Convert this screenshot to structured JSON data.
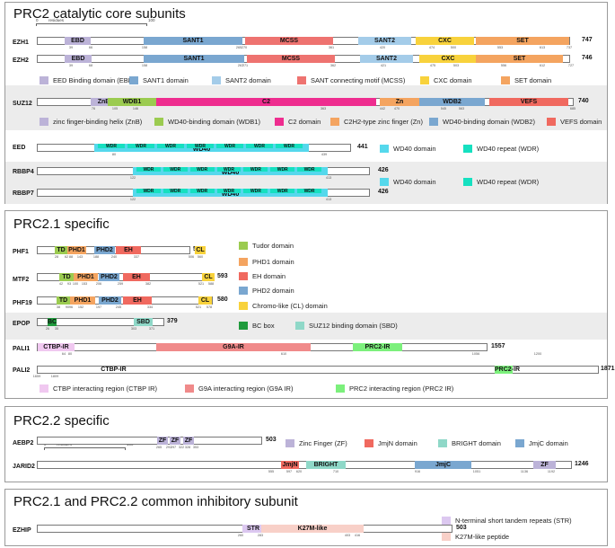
{
  "scale_labels": [
    "0",
    "residues",
    "100"
  ],
  "panels": [
    {
      "id": "core",
      "title": "PRC2 catalytic core subunits",
      "groups": [
        {
          "proteins": [
            {
              "name": "EZH1",
              "length": "747",
              "domains": [
                {
                  "label": "EBD",
                  "color": "#bcb3d8"
                },
                {
                  "label": "SANT1",
                  "color": "#7aa7d0"
                },
                {
                  "label": "MCSS",
                  "color": "#ee7370"
                },
                {
                  "label": "SANT2",
                  "color": "#a4cce9"
                },
                {
                  "label": "CXC",
                  "color": "#f8d23c"
                },
                {
                  "label": "SET",
                  "color": "#f4a460"
                }
              ],
              "positions": [
                "39",
                "66",
                "158",
                "265",
                "270",
                "361",
                "420",
                "474",
                "500",
                "553",
                "613",
                "737"
              ]
            },
            {
              "name": "EZH2",
              "length": "746",
              "domains": [
                {
                  "label": "EBD",
                  "color": "#bcb3d8"
                },
                {
                  "label": "SANT1",
                  "color": "#7aa7d0"
                },
                {
                  "label": "MCSS",
                  "color": "#ee7370"
                },
                {
                  "label": "SANT2",
                  "color": "#a4cce9"
                },
                {
                  "label": "CXC",
                  "color": "#f8d23c"
                },
                {
                  "label": "SET",
                  "color": "#f4a460"
                }
              ],
              "positions": [
                "39",
                "68",
                "158",
                "267",
                "271",
                "362",
                "421",
                "475",
                "503",
                "556",
                "612",
                "727"
              ]
            }
          ],
          "legend": [
            {
              "label": "EED Binding domain (EBD)",
              "color": "#bcb3d8"
            },
            {
              "label": "SANT1 domain",
              "color": "#7aa7d0"
            },
            {
              "label": "SANT2 domain",
              "color": "#a4cce9"
            },
            {
              "label": "SANT connecting motif (MCSS)",
              "color": "#ee7370"
            },
            {
              "label": "CXC domain",
              "color": "#f8d23c"
            },
            {
              "label": "SET domain",
              "color": "#f4a460"
            }
          ]
        },
        {
          "proteins": [
            {
              "name": "SUZ12",
              "length": "740",
              "domains": [
                {
                  "label": "ZnB",
                  "color": "#bcb3d8"
                },
                {
                  "label": "WDB1",
                  "color": "#9bcb50"
                },
                {
                  "label": "C2",
                  "color": "#ee2d8f"
                },
                {
                  "label": "Zn",
                  "color": "#f4a460"
                },
                {
                  "label": "WDB2",
                  "color": "#7aa7d0"
                },
                {
                  "label": "VEFS",
                  "color": "#f0695f"
                }
              ],
              "positions": [
                "76",
                "105",
                "146",
                "363",
                "442",
                "470",
                "545",
                "563",
                "685"
              ]
            }
          ],
          "legend": [
            {
              "label": "zinc finger-binding helix (ZnB)",
              "color": "#bcb3d8"
            },
            {
              "label": "WD40-binding domain (WDB1)",
              "color": "#9bcb50"
            },
            {
              "label": "C2 domain",
              "color": "#ee2d8f"
            },
            {
              "label": "C2H2-type zinc finger (Zn)",
              "color": "#f4a460"
            },
            {
              "label": "WD40-binding domain (WDB2)",
              "color": "#7aa7d0"
            },
            {
              "label": "VEFS domain",
              "color": "#f0695f"
            }
          ]
        },
        {
          "proteins": [
            {
              "name": "EED",
              "length": "441",
              "domains": [
                {
                  "label": "WD40",
                  "color": "#55d8ec"
                },
                {
                  "label": "WDR",
                  "color": "#16e0c0"
                },
                {
                  "label": "WDR",
                  "color": "#16e0c0"
                },
                {
                  "label": "WDR",
                  "color": "#16e0c0"
                },
                {
                  "label": "WDR",
                  "color": "#16e0c0"
                },
                {
                  "label": "WDR",
                  "color": "#16e0c0"
                },
                {
                  "label": "WDR",
                  "color": "#16e0c0"
                },
                {
                  "label": "WDR",
                  "color": "#16e0c0"
                }
              ],
              "positions": [
                "80",
                "439"
              ]
            }
          ],
          "legend": [
            {
              "label": "WD40 domain",
              "color": "#55d8ec"
            },
            {
              "label": "WD40 repeat (WDR)",
              "color": "#16e0c0"
            }
          ]
        },
        {
          "proteins": [
            {
              "name": "RBBP4",
              "length": "426",
              "domains": [
                {
                  "label": "WD40",
                  "color": "#55d8ec"
                },
                {
                  "label": "WDR",
                  "color": "#16e0c0"
                },
                {
                  "label": "WDR",
                  "color": "#16e0c0"
                },
                {
                  "label": "WDR",
                  "color": "#16e0c0"
                },
                {
                  "label": "WDR",
                  "color": "#16e0c0"
                },
                {
                  "label": "WDR",
                  "color": "#16e0c0"
                },
                {
                  "label": "WDR",
                  "color": "#16e0c0"
                },
                {
                  "label": "WDR",
                  "color": "#16e0c0"
                }
              ],
              "positions": [
                "122",
                "413"
              ]
            },
            {
              "name": "RBBP7",
              "length": "426",
              "domains": [
                {
                  "label": "WD40",
                  "color": "#55d8ec"
                },
                {
                  "label": "WDR",
                  "color": "#16e0c0"
                },
                {
                  "label": "WDR",
                  "color": "#16e0c0"
                },
                {
                  "label": "WDR",
                  "color": "#16e0c0"
                },
                {
                  "label": "WDR",
                  "color": "#16e0c0"
                },
                {
                  "label": "WDR",
                  "color": "#16e0c0"
                },
                {
                  "label": "WDR",
                  "color": "#16e0c0"
                },
                {
                  "label": "WDR",
                  "color": "#16e0c0"
                }
              ],
              "positions": [
                "122",
                "413"
              ]
            }
          ],
          "legend": [
            {
              "label": "WD40 domain",
              "color": "#55d8ec"
            },
            {
              "label": "WD40 repeat (WDR)",
              "color": "#16e0c0"
            }
          ]
        }
      ]
    },
    {
      "id": "prc21",
      "title": "PRC2.1  specific",
      "groups": [
        {
          "proteins": [
            {
              "name": "PHF1",
              "length": "567",
              "domains": [
                {
                  "label": "TD",
                  "color": "#9bcb50"
                },
                {
                  "label": "PHD1",
                  "color": "#f4a460"
                },
                {
                  "label": "PHD2",
                  "color": "#7aa7d0"
                },
                {
                  "label": "EH",
                  "color": "#f0695f"
                },
                {
                  "label": "CL",
                  "color": "#f8d23c"
                }
              ],
              "positions": [
                "28",
                "62",
                "88",
                "143",
                "188",
                "240",
                "337",
                "506",
                "560"
              ]
            },
            {
              "name": "MTF2",
              "length": "593",
              "domains": [
                {
                  "label": "TD",
                  "color": "#9bcb50"
                },
                {
                  "label": "PHD1",
                  "color": "#f4a460"
                },
                {
                  "label": "PHD2",
                  "color": "#7aa7d0"
                },
                {
                  "label": "EH",
                  "color": "#f0695f"
                },
                {
                  "label": "CL",
                  "color": "#f8d23c"
                }
              ],
              "positions": [
                "42",
                "93",
                "100",
                "153",
                "206",
                "259",
                "382",
                "521",
                "588"
              ]
            },
            {
              "name": "PHF19",
              "length": "580",
              "domains": [
                {
                  "label": "TD",
                  "color": "#9bcb50"
                },
                {
                  "label": "PHD1",
                  "color": "#f4a460"
                },
                {
                  "label": "PHD2",
                  "color": "#7aa7d0"
                },
                {
                  "label": "EH",
                  "color": "#f0695f"
                },
                {
                  "label": "CL",
                  "color": "#f8d23c"
                }
              ],
              "positions": [
                "38",
                "90",
                "96",
                "152",
                "197",
                "245",
                "334",
                "521",
                "578"
              ]
            }
          ],
          "legend": [
            {
              "label": "Tudor domain",
              "color": "#9bcb50"
            },
            {
              "label": "PHD1 domain",
              "color": "#f4a460"
            },
            {
              "label": "EH domain",
              "color": "#f0695f"
            },
            {
              "label": "PHD2 domain",
              "color": "#7aa7d0"
            },
            {
              "label": "Chromo-like (CL) domain",
              "color": "#f8d23c"
            }
          ]
        },
        {
          "proteins": [
            {
              "name": "EPOP",
              "length": "379",
              "domains": [
                {
                  "label": "BC",
                  "color": "#1f9a3c"
                },
                {
                  "label": "SBD",
                  "color": "#8fd8c8"
                }
              ],
              "positions": [
                "26",
                "35",
                "303",
                "371"
              ]
            }
          ],
          "legend": [
            {
              "label": "BC box",
              "color": "#1f9a3c"
            },
            {
              "label": "SUZ12 binding domain (SBD)",
              "color": "#8fd8c8"
            }
          ]
        },
        {
          "proteins": [
            {
              "name": "PALI1",
              "length": "1557",
              "domains": [
                {
                  "label": "CTBP-IR",
                  "color": "#f0c8f0"
                },
                {
                  "label": "G9A-IR",
                  "color": "#f08a8a"
                },
                {
                  "label": "PRC2-IR",
                  "color": "#7cf07c"
                }
              ],
              "positions": [
                "64",
                "80",
                "610",
                "1056",
                "1200"
              ]
            },
            {
              "name": "PALI2",
              "length": "1871",
              "domains": [
                {
                  "label": "CTBP-IR",
                  "color": "#f0c8f0"
                },
                {
                  "label": "PRC2-IR",
                  "color": "#7cf07c"
                }
              ],
              "positions": [
                "1659",
                "1809"
              ]
            }
          ],
          "legend": [
            {
              "label": "CTBP interacting region (CTBP IR)",
              "color": "#f0c8f0"
            },
            {
              "label": "G9A interacting region (G9A IR)",
              "color": "#f08a8a"
            },
            {
              "label": "PRC2 interacting region (PRC2 IR)",
              "color": "#7cf07c"
            }
          ]
        }
      ]
    },
    {
      "id": "prc22",
      "title": "PRC2.2  specific",
      "groups": [
        {
          "proteins": [
            {
              "name": "AEBP2",
              "length": "503",
              "domains": [
                {
                  "label": "ZF",
                  "color": "#bcb3d8"
                },
                {
                  "label": "ZF",
                  "color": "#bcb3d8"
                },
                {
                  "label": "ZF",
                  "color": "#bcb3d8"
                }
              ],
              "positions": [
                "265",
                "291",
                "297",
                "322",
                "328",
                "353"
              ]
            },
            {
              "name": "JARID2",
              "length": "1246",
              "domains": [
                {
                  "label": "JmjN",
                  "color": "#f0695f"
                },
                {
                  "label": "BRIGHT",
                  "color": "#8fd8c8"
                },
                {
                  "label": "JmjC",
                  "color": "#7aa7d0"
                },
                {
                  "label": "ZF",
                  "color": "#bcb3d8"
                }
              ],
              "positions": [
                "555",
                "597",
                "620",
                "710",
                "916",
                "1051",
                "1136",
                "1192"
              ]
            }
          ],
          "legend": [
            {
              "label": "Zinc Finger (ZF)",
              "color": "#bcb3d8"
            },
            {
              "label": "JmjN domain",
              "color": "#f0695f"
            },
            {
              "label": "BRIGHT domain",
              "color": "#8fd8c8"
            },
            {
              "label": "JmjC domain",
              "color": "#7aa7d0"
            }
          ]
        }
      ]
    },
    {
      "id": "inhib",
      "title": "PRC2.1  and PRC2.2 common inhibitory subunit",
      "groups": [
        {
          "proteins": [
            {
              "name": "EZHIP",
              "length": "503",
              "domains": [
                {
                  "label": "STR",
                  "color": "#dcc8f0"
                },
                {
                  "label": "K27M-like",
                  "color": "#f8d0c8"
                }
              ],
              "positions": [
                "260",
                "283",
                "403",
                "416"
              ]
            }
          ],
          "legend": [
            {
              "label": "N-terminal short tandem repeats (STR)",
              "color": "#dcc8f0"
            },
            {
              "label": "K27M-like peptide",
              "color": "#f8d0c8"
            }
          ]
        }
      ]
    }
  ]
}
